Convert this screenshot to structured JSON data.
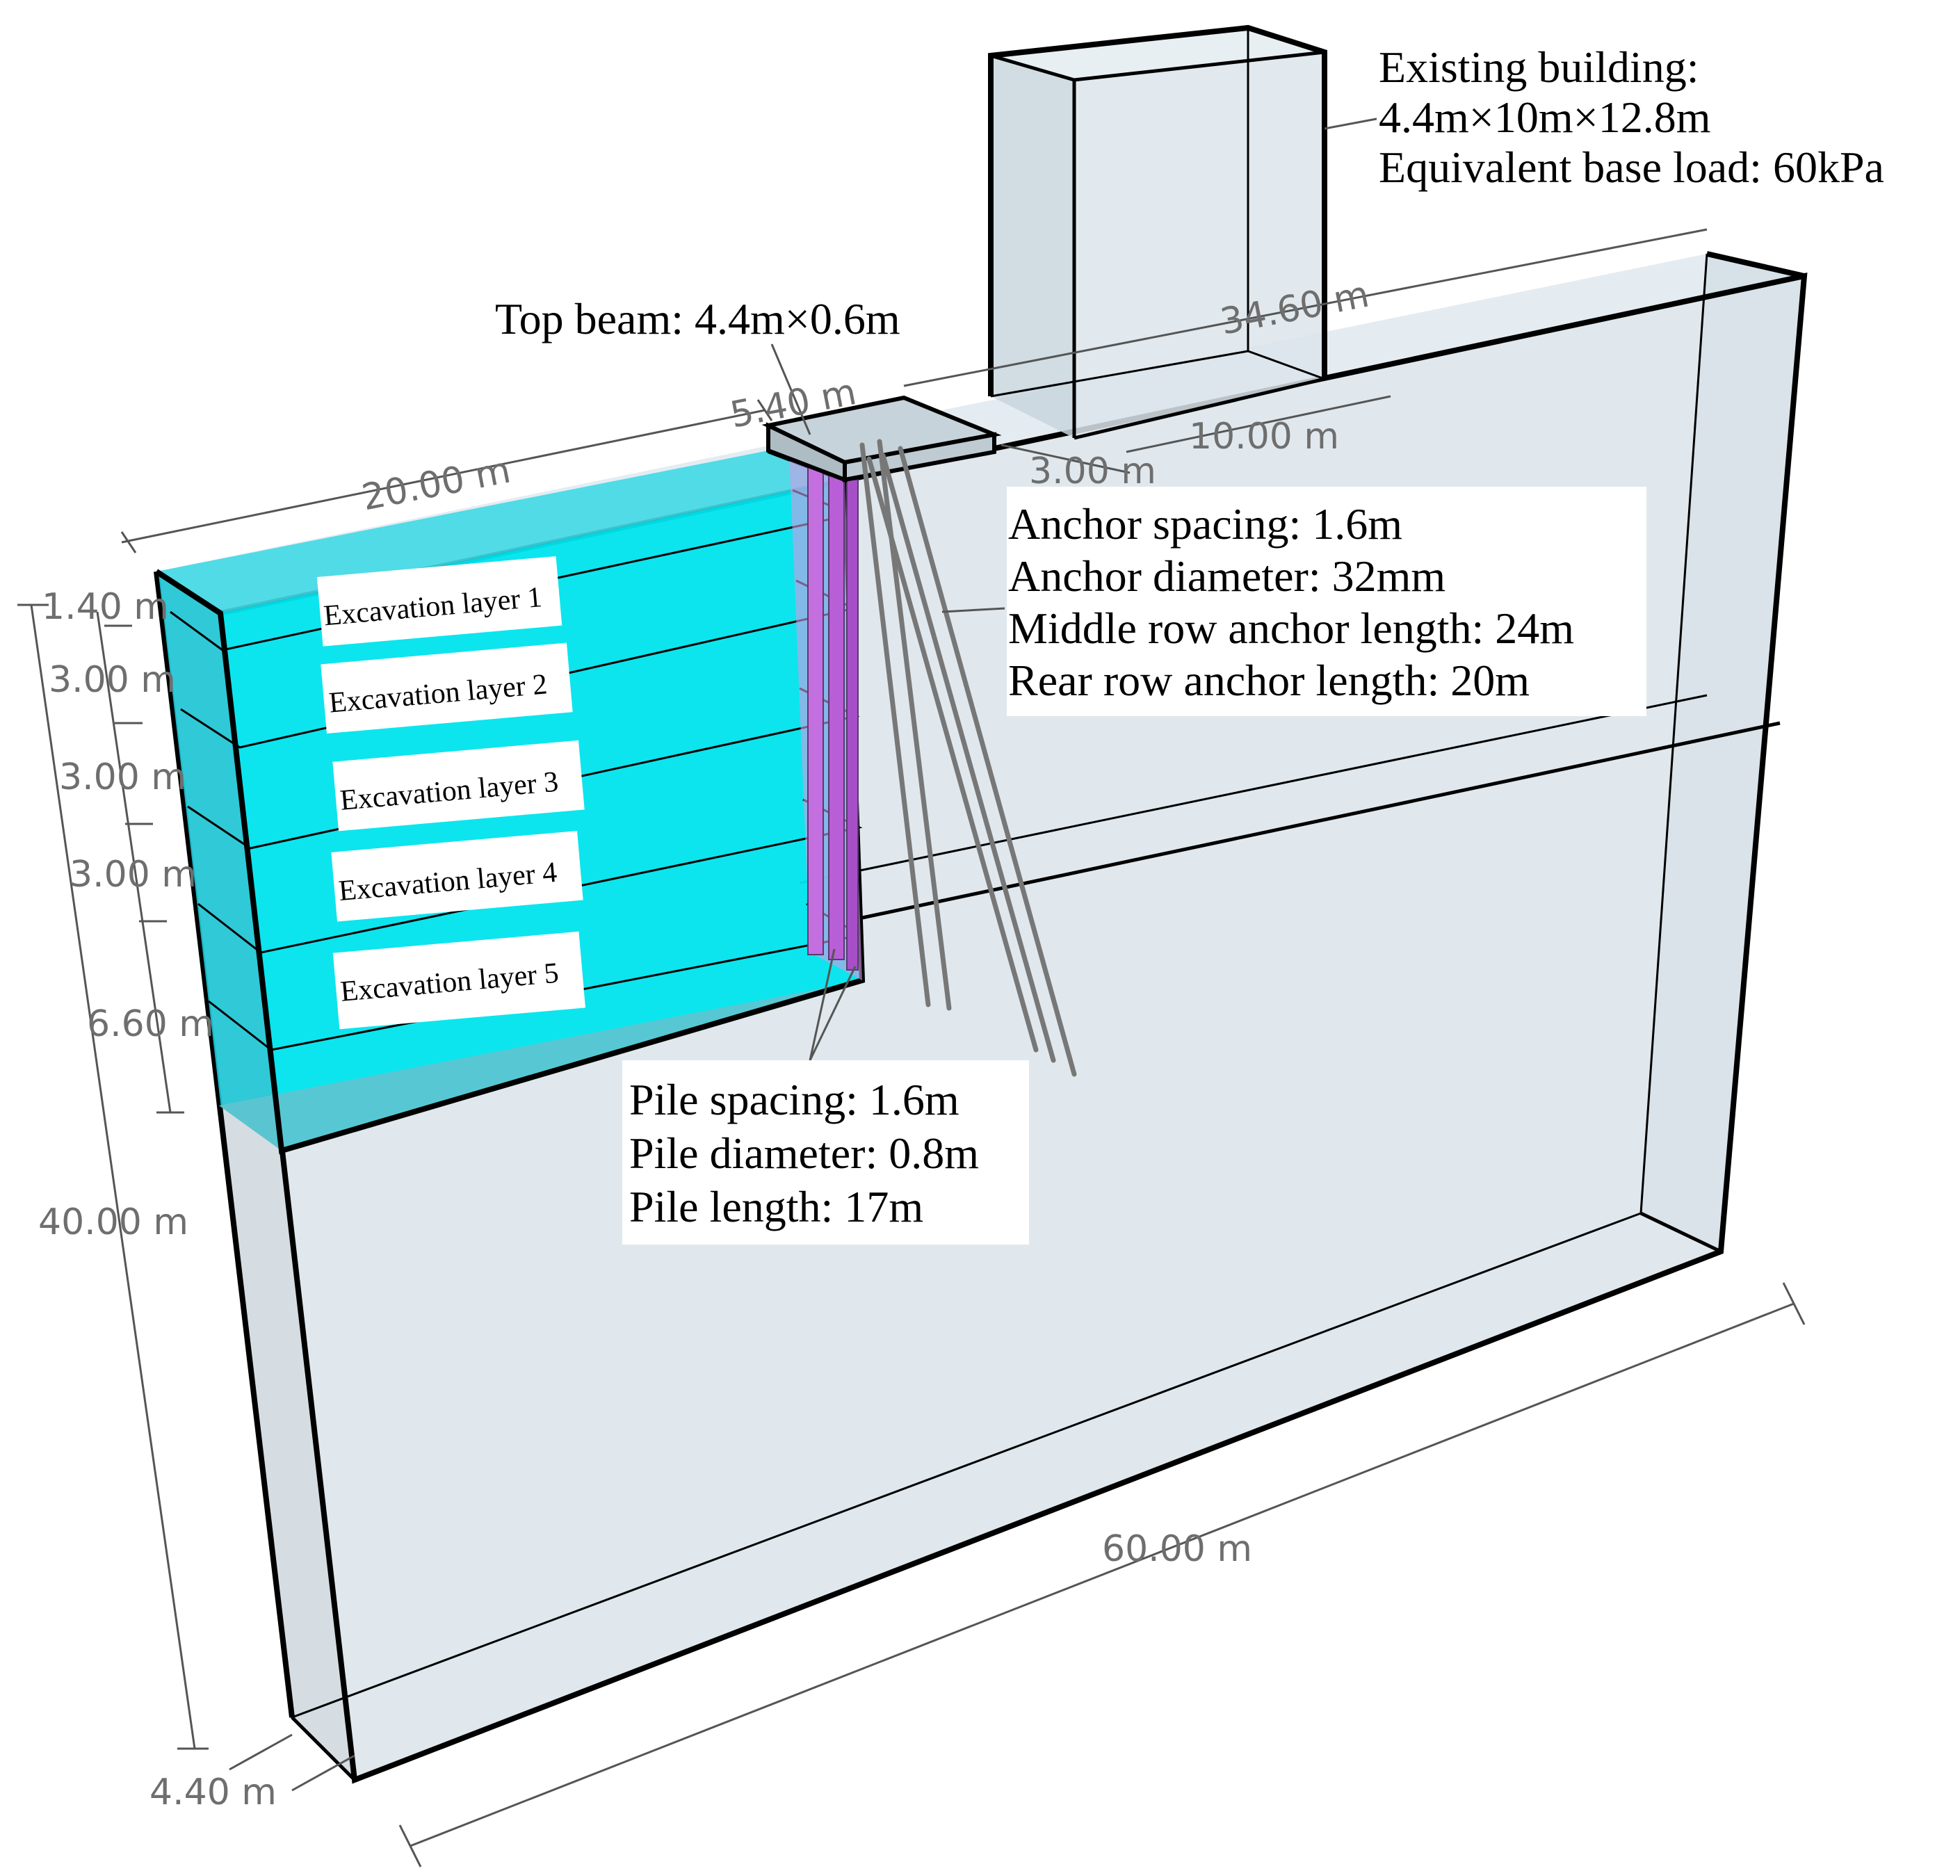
{
  "dimensions": {
    "top_depth": "20.00 m",
    "beam_width": "5.40 m",
    "back_length": "34.60 m",
    "building_length": "10.00 m",
    "building_offset": "3.00 m",
    "layer1_depth": "1.40 m",
    "layer2_depth": "3.00 m",
    "layer3_depth": "3.00 m",
    "layer4_depth": "3.00 m",
    "layer5_depth": "6.60 m",
    "total_height": "40.00 m",
    "front_length": "60.00 m",
    "thickness": "4.40 m"
  },
  "excavation_layers": [
    "Excavation layer 1",
    "Excavation layer 2",
    "Excavation layer 3",
    "Excavation layer 4",
    "Excavation layer 5"
  ],
  "top_beam": "Top beam: 4.4m×0.6m",
  "existing_building": [
    "Existing building:",
    "4.4m×10m×12.8m",
    "Equivalent base load: 60kPa"
  ],
  "anchor_info": [
    "Anchor spacing: 1.6m",
    "Anchor diameter: 32mm",
    "Middle row anchor length: 24m",
    "Rear row anchor length: 20m"
  ],
  "pile_info": [
    "Pile spacing: 1.6m",
    "Pile diameter: 0.8m",
    "Pile length: 17m"
  ],
  "colors": {
    "soil_body": "#d7e1e8",
    "excavation": "#00e5ee",
    "pile": "#cc7ee0",
    "building": "#dde6ec"
  }
}
